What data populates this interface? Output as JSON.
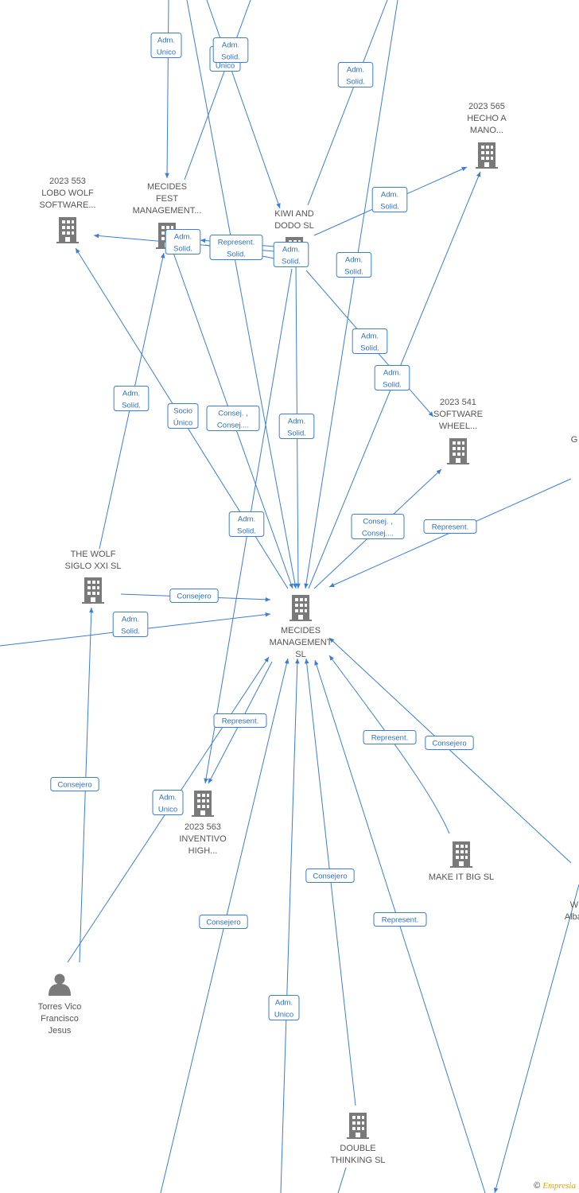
{
  "colors": {
    "edge": "#3b7dd8",
    "node": "#7a7a7a",
    "label": "#555555"
  },
  "nodes": [
    {
      "id": "mecides-mgmt",
      "lines": [
        "MECIDES",
        "MANAGEMENT",
        "SL"
      ],
      "icon": "building-icon"
    },
    {
      "id": "mecides-fest",
      "lines": [
        "MECIDES",
        "FEST",
        "MANAGEMENT..."
      ],
      "icon": "building-icon"
    },
    {
      "id": "kiwi-dodo",
      "lines": [
        "KIWI AND",
        "DODO  SL"
      ],
      "icon": "building-icon"
    },
    {
      "id": "lobo-wolf",
      "lines": [
        "2023 553",
        "LOBO WOLF",
        "SOFTWARE..."
      ],
      "icon": "building-icon"
    },
    {
      "id": "hecho-mano",
      "lines": [
        "2023 565",
        "HECHO A",
        "MANO..."
      ],
      "icon": "building-icon"
    },
    {
      "id": "software-wheel",
      "lines": [
        "2023 541",
        "SOFTWARE",
        "WHEEL..."
      ],
      "icon": "building-icon"
    },
    {
      "id": "the-wolf",
      "lines": [
        "THE WOLF",
        "SIGLO XXI  SL"
      ],
      "icon": "building-icon"
    },
    {
      "id": "inventivo",
      "lines": [
        "2023 563",
        "INVENTIVO",
        "HIGH..."
      ],
      "icon": "building-icon"
    },
    {
      "id": "make-it-big",
      "lines": [
        "MAKE IT BIG  SL"
      ],
      "icon": "building-icon"
    },
    {
      "id": "double-thinking",
      "lines": [
        "DOUBLE",
        "THINKING SL"
      ],
      "icon": "building-icon"
    },
    {
      "id": "torres-vico",
      "lines": [
        "Torres Vico",
        "Francisco",
        "Jesus"
      ],
      "icon": "person-icon"
    },
    {
      "id": "partial-g",
      "lines": [
        "G"
      ],
      "icon": ""
    },
    {
      "id": "partial-w",
      "lines": [
        "W",
        "Albal"
      ],
      "icon": ""
    }
  ],
  "edge_labels": [
    {
      "lines": [
        "Adm.",
        "Unico"
      ]
    },
    {
      "lines": [
        "Adm.",
        "Unico"
      ]
    },
    {
      "lines": [
        "Adm.",
        "Solid."
      ]
    },
    {
      "lines": [
        "Adm.",
        "Solid."
      ]
    },
    {
      "lines": [
        "Adm.",
        "Solid."
      ]
    },
    {
      "lines": [
        "Adm.",
        "Solid."
      ]
    },
    {
      "lines": [
        "Represent.",
        "Solid."
      ]
    },
    {
      "lines": [
        "Adm.",
        "Solid."
      ]
    },
    {
      "lines": [
        "Adm.",
        "Solid."
      ]
    },
    {
      "lines": [
        "Adm.",
        "Solid."
      ]
    },
    {
      "lines": [
        "Adm.",
        "Solid."
      ]
    },
    {
      "lines": [
        "Adm.",
        "Solid."
      ]
    },
    {
      "lines": [
        "Socio",
        "Único"
      ]
    },
    {
      "lines": [
        "Consej. ,",
        "Consej...."
      ]
    },
    {
      "lines": [
        "Adm.",
        "Solid."
      ]
    },
    {
      "lines": [
        "Adm.",
        "Solid."
      ]
    },
    {
      "lines": [
        "Represent."
      ]
    },
    {
      "lines": [
        "Consej. ,",
        "Consej...."
      ]
    },
    {
      "lines": [
        "Consejero"
      ]
    },
    {
      "lines": [
        "Adm.",
        "Solid."
      ]
    },
    {
      "lines": [
        "Represent."
      ]
    },
    {
      "lines": [
        "Adm.",
        "Unico"
      ]
    },
    {
      "lines": [
        "Consejero"
      ]
    },
    {
      "lines": [
        "Represent."
      ]
    },
    {
      "lines": [
        "Consejero"
      ]
    },
    {
      "lines": [
        "Consejero"
      ]
    },
    {
      "lines": [
        "Consejero"
      ]
    },
    {
      "lines": [
        "Represent."
      ]
    },
    {
      "lines": [
        "Adm.",
        "Unico"
      ]
    }
  ],
  "watermark": {
    "copyright": "©",
    "brand": "Empresia"
  }
}
